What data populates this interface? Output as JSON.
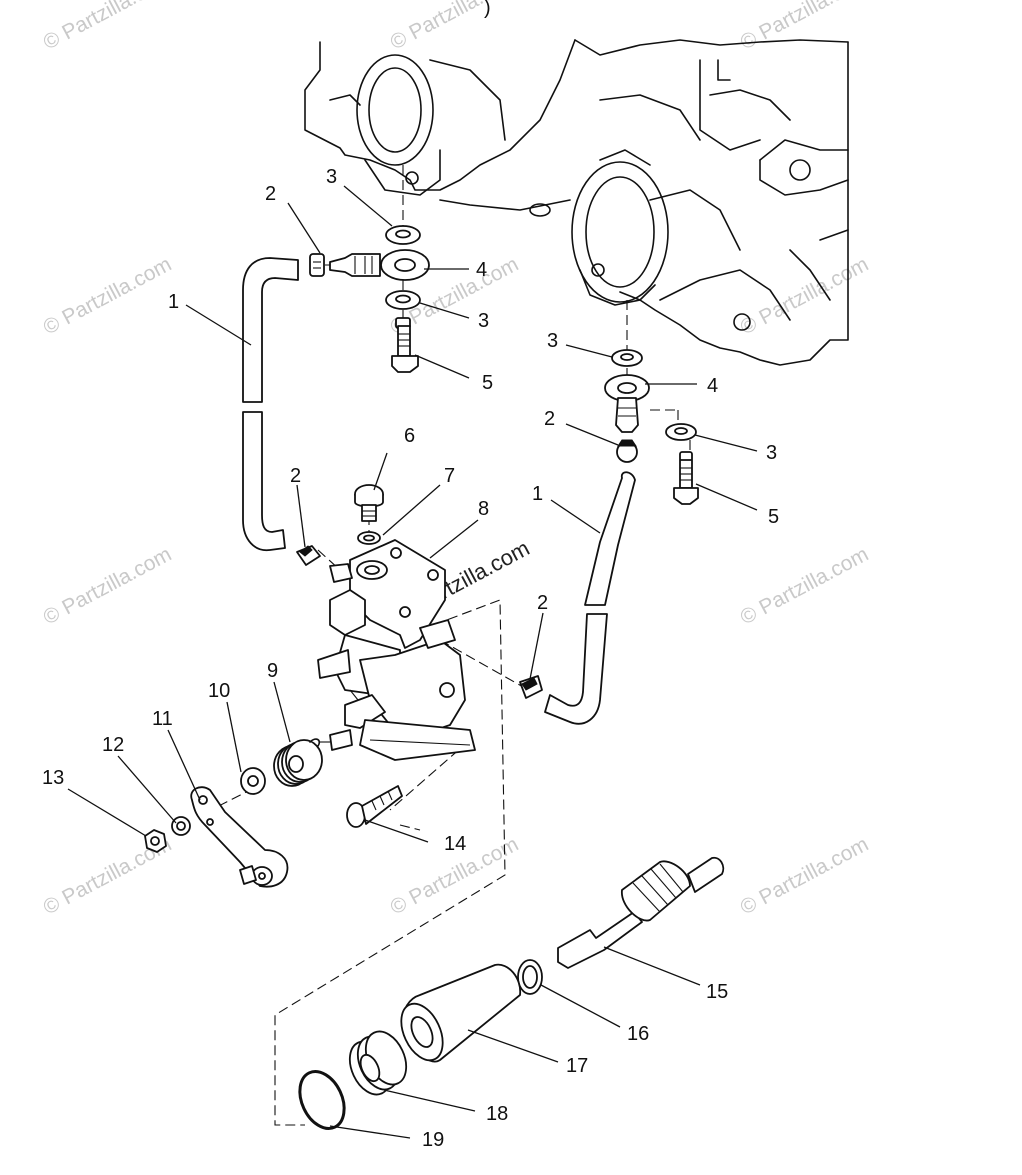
{
  "watermark": {
    "text": "© Partzilla.com",
    "center_text": "Partzilla.com"
  },
  "top_fragment": ")",
  "callouts": {
    "c1a": "1",
    "c1b": "1",
    "c2a": "2",
    "c2b": "2",
    "c2c": "2",
    "c2d": "2",
    "c3a": "3",
    "c3b": "3",
    "c3c": "3",
    "c3d": "3",
    "c4a": "4",
    "c4b": "4",
    "c5a": "5",
    "c5b": "5",
    "c6": "6",
    "c7": "7",
    "c8": "8",
    "c9": "9",
    "c10": "10",
    "c11": "11",
    "c12": "12",
    "c13": "13",
    "c14": "14",
    "c15": "15",
    "c16": "16",
    "c17": "17",
    "c18": "18",
    "c19": "19"
  }
}
